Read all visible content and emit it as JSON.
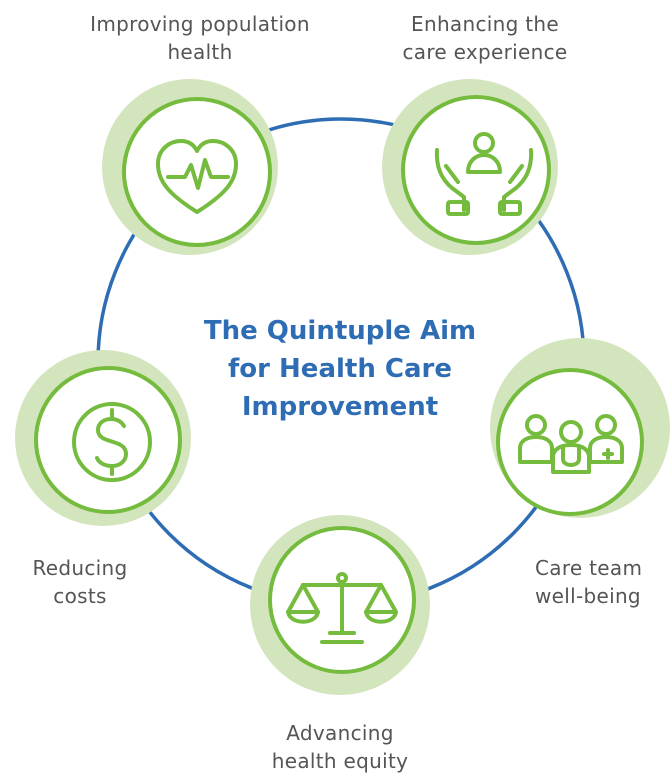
{
  "title": "The Quintuple Aim\nfor Health Care\nImprovement",
  "colors": {
    "main_circle": "#2e6db4",
    "accent_green": "#75bb3e",
    "halo_green": "#d3e5bd",
    "label_gray": "#555555",
    "title_blue": "#2e6db4"
  },
  "aims": [
    {
      "label": "Improving population\nhealth",
      "icon": "heart-pulse-icon"
    },
    {
      "label": "Enhancing the\ncare experience",
      "icon": "caring-hands-icon"
    },
    {
      "label": "Care team\nwell-being",
      "icon": "care-team-icon"
    },
    {
      "label": "Advancing\nhealth equity",
      "icon": "scales-icon"
    },
    {
      "label": "Reducing\ncosts",
      "icon": "dollar-icon"
    }
  ]
}
